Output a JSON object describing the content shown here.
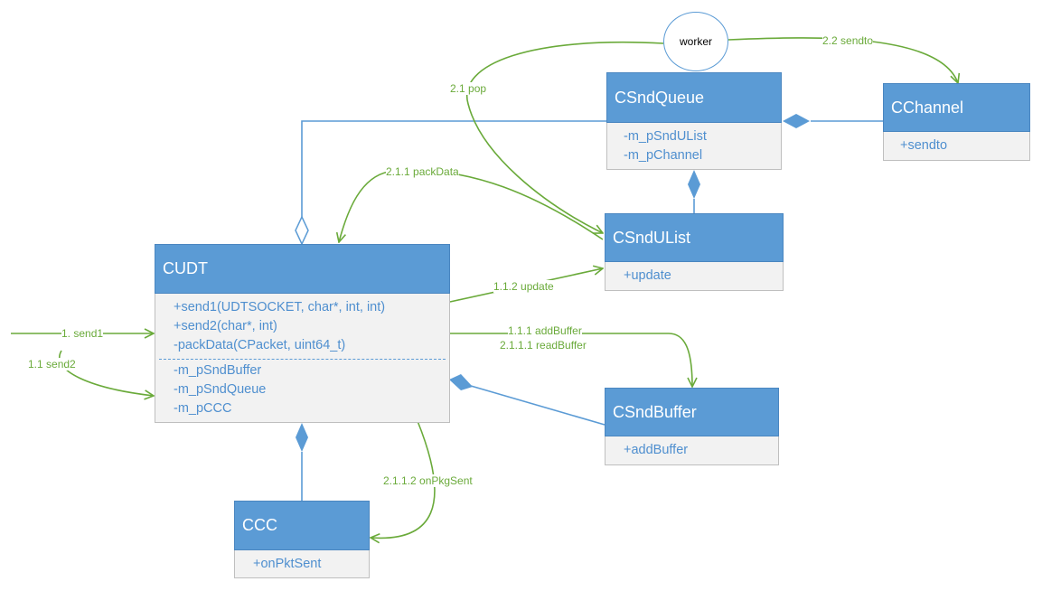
{
  "classes": {
    "cudt": {
      "name": "CUDT",
      "methods": [
        "+send1(UDTSOCKET, char*, int, int)",
        "+send2(char*, int)",
        "-packData(CPacket, uint64_t)"
      ],
      "fields": [
        "-m_pSndBuffer",
        "-m_pSndQueue",
        "-m_pCCC"
      ]
    },
    "csndqueue": {
      "name": "CSndQueue",
      "members": [
        "-m_pSndUList",
        "-m_pChannel"
      ]
    },
    "cchannel": {
      "name": "CChannel",
      "members": [
        "+sendto"
      ]
    },
    "csndulist": {
      "name": "CSndUList",
      "members": [
        "+update"
      ]
    },
    "csndbuffer": {
      "name": "CSndBuffer",
      "members": [
        "+addBuffer"
      ]
    },
    "ccc": {
      "name": "CCC",
      "members": [
        "+onPktSent"
      ]
    }
  },
  "worker": "worker",
  "labels": {
    "send1": "1. send1",
    "send2": "1.1 send2",
    "pop": "2.1 pop",
    "sendto": "2.2 sendto",
    "packdata": "2.1.1 packData",
    "update": "1.1.2 update",
    "addbuffer": "1.1.1 addBuffer",
    "readbuffer": "2.1.1.1 readBuffer",
    "onpktsent": "2.1.1.2 onPkgSent"
  },
  "colors": {
    "header": "#5b9bd5",
    "body": "#f2f2f2",
    "member_text": "#4f8fcf",
    "message": "#6aaa3a",
    "association": "#5b9bd5"
  }
}
